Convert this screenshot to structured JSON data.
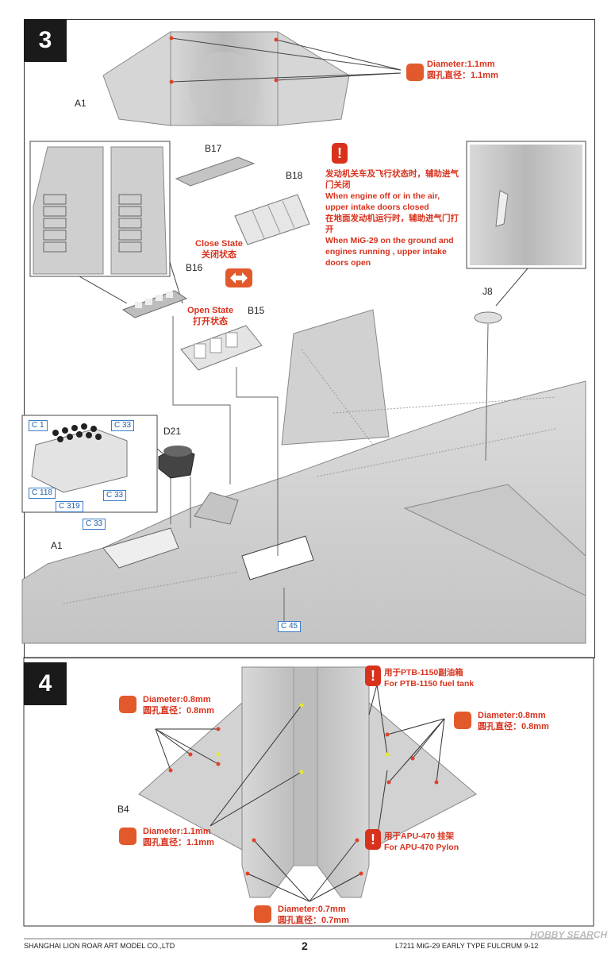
{
  "step3": {
    "number": "3",
    "wing_part": "A1",
    "drill": {
      "diameter": "Diameter:1.1mm",
      "diameter_cn": "圆孔直径：1.1mm"
    },
    "parts": {
      "b17": "B17",
      "b18": "B18",
      "b16": "B16",
      "b15": "B15",
      "j8": "J8",
      "d21": "D21",
      "a1": "A1"
    },
    "close_state": "Close State",
    "close_state_cn": "关闭状态",
    "open_state": "Open State",
    "open_state_cn": "打开状态",
    "note_off_cn": "发动机关车及飞行状态时，辅助进气门关闭",
    "note_off": "When engine off or in the air, upper intake doors closed",
    "note_on_cn": "在地面发动机运行时，辅助进气门打开",
    "note_on": "When MiG-29 on the ground and engines running , upper intake doors open",
    "c_labels": {
      "c1": "C 1",
      "c33a": "C 33",
      "c118": "C 118",
      "c319": "C 319",
      "c33b": "C 33",
      "c33c": "C 33",
      "c45": "C 45"
    }
  },
  "step4": {
    "number": "4",
    "part": "B4",
    "drill_left_top": {
      "diameter": "Diameter:0.8mm",
      "cn": "圆孔直径：0.8mm"
    },
    "drill_right_top": {
      "diameter": "Diameter:0.8mm",
      "cn": "圆孔直径：0.8mm"
    },
    "drill_left_bottom": {
      "diameter": "Diameter:1.1mm",
      "cn": "圆孔直径：1.1mm"
    },
    "drill_bottom": {
      "diameter": "Diameter:0.7mm",
      "cn": "圆孔直径：0.7mm"
    },
    "ptb_cn": "用于PTB-1150副油箱",
    "ptb": "For PTB-1150 fuel tank",
    "apu_cn": "用于APU-470 挂架",
    "apu": "For APU-470 Pylon"
  },
  "footer": {
    "company": "SHANGHAI LION ROAR ART MODEL CO.,LTD",
    "page": "2",
    "product": "L7211  MiG-29  EARLY TYPE  FULCRUM  9-12",
    "watermark": "HOBBY SEARCH"
  },
  "colors": {
    "accent": "#d8321d",
    "drill": "#e25a2c",
    "label_blue": "#1f5fa8",
    "part_grey": "#c9c9c9"
  }
}
